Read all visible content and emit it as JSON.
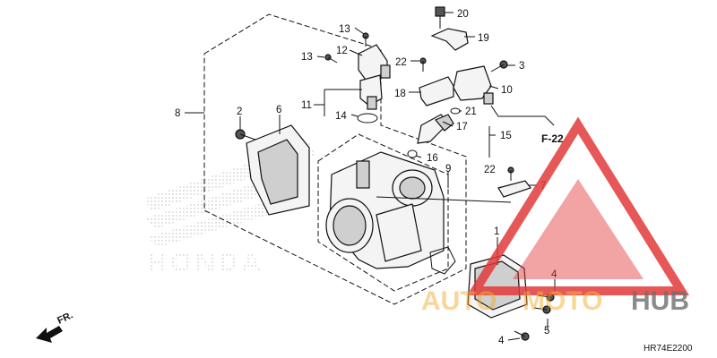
{
  "diagram_code": "HR74E2200",
  "section_ref": "F-22",
  "direction_label": "FR.",
  "watermark_brand": "HONDA",
  "watermark_site": {
    "left": "AUTO",
    "mid": "MOTO",
    "right": "HUB"
  },
  "callouts": {
    "c20": "20",
    "c19": "19",
    "c13a": "13",
    "c13b": "13",
    "c12": "12",
    "c22a": "22",
    "c3": "3",
    "c18": "18",
    "c10": "10",
    "c8": "8",
    "c2": "2",
    "c6": "6",
    "c11": "11",
    "c14": "14",
    "c21": "21",
    "c17": "17",
    "c15": "15",
    "c16": "16",
    "c9": "9",
    "c22b": "22",
    "c7": "7",
    "c1": "1",
    "c4a": "4",
    "c5": "5",
    "c4b": "4"
  },
  "colors": {
    "line": "#111111",
    "watermark_red": "#e23a3a",
    "watermark_orange": "#f5a623",
    "watermark_grey": "#555555"
  }
}
